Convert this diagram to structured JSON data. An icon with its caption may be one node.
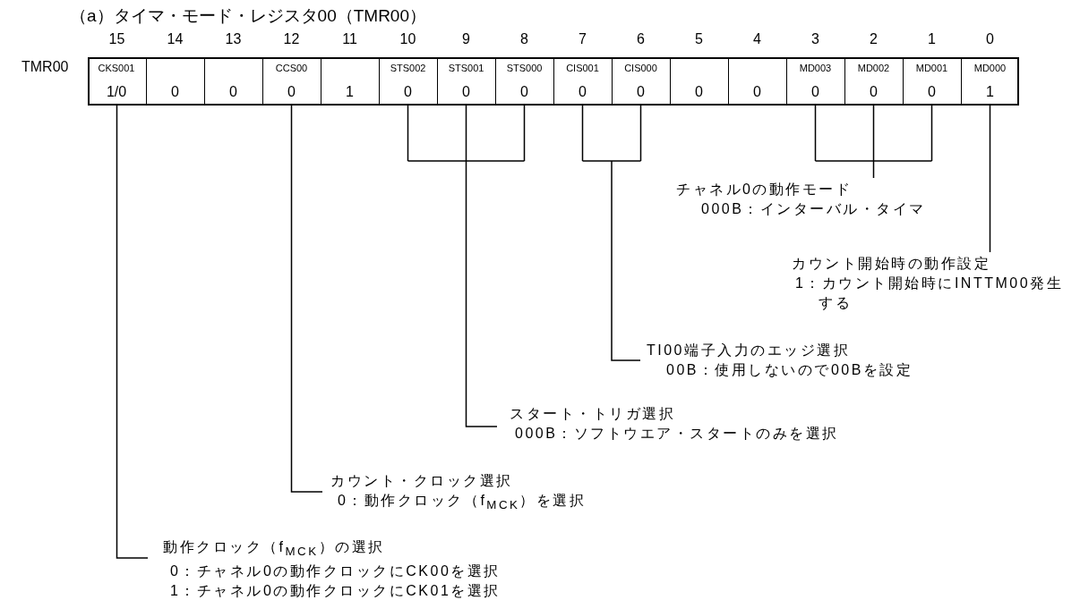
{
  "diagram": {
    "title": "（a）タイマ・モード・レジスタ00（TMR00）",
    "nodes": [
      {
        "text": [
          "CKS001",
          "1/0"
        ]
      },
      {
        "text": [
          "0"
        ]
      },
      {
        "text": [
          "0"
        ]
      },
      {
        "text": [
          "CCS00",
          "0"
        ]
      },
      {
        "text": [
          "1"
        ]
      },
      {
        "text": [
          "STS002",
          "0"
        ]
      },
      {
        "text": [
          "STS001",
          "0"
        ]
      },
      {
        "text": [
          "STS000",
          "0"
        ]
      },
      {
        "text": [
          "CIS001",
          "0"
        ]
      },
      {
        "text": [
          "CIS000",
          "0"
        ]
      },
      {
        "text": [
          "0"
        ]
      },
      {
        "text": [
          "0"
        ]
      },
      {
        "text": [
          "MD003",
          "0"
        ]
      },
      {
        "text": [
          "MD002",
          "0"
        ]
      },
      {
        "text": [
          "MD001",
          "0"
        ]
      },
      {
        "text": [
          "MD000",
          "1"
        ]
      },
      {
        "text": [
          "チャネル0の動作モード",
          "000B：インターバル・タイマ"
        ]
      },
      {
        "text": [
          "カウント開始時の動作設定",
          "1：カウント開始時にINTTM00発生する"
        ]
      },
      {
        "text": [
          "TI00端子入力のエッジ選択",
          "00B：使用しないので00Bを設定"
        ]
      },
      {
        "text": [
          "スタート・トリガ選択",
          "000B：ソフトウエア・スタートのみを選択"
        ]
      },
      {
        "text": [
          "カウント・クロック選択",
          "0：動作クロック（f$_{MCK}$）を選択"
        ]
      },
      {
        "text": [
          "動作クロック（f$_{MCK}$）の選択",
          "0：チャネル0の動作クロックにCK00を選択",
          "1：チャネル0の動作クロックにCK01を選択"
        ]
      }
    ],
    "edges": [
      {
        "from": 16,
        "to": 12,
        "arrow": "none"
      },
      {
        "from": 16,
        "to": 13,
        "arrow": "none"
      },
      {
        "from": 16,
        "to": 14,
        "arrow": "none"
      },
      {
        "from": 17,
        "to": 15,
        "arrow": "none"
      },
      {
        "from": 18,
        "to": 8,
        "arrow": "none"
      },
      {
        "from": 18,
        "to": 9,
        "arrow": "none"
      },
      {
        "from": 19,
        "to": 5,
        "arrow": "none"
      },
      {
        "from": 19,
        "to": 6,
        "arrow": "none"
      },
      {
        "from": 19,
        "to": 7,
        "arrow": "none"
      },
      {
        "from": 20,
        "to": 3,
        "arrow": "none"
      },
      {
        "from": 21,
        "to": 0,
        "arrow": "none"
      }
    ],
    "labels": [
      "15",
      "14",
      "13",
      "12",
      "11",
      "10",
      "9",
      "8",
      "7",
      "6",
      "5",
      "4",
      "3",
      "2",
      "1",
      "0",
      "TMR00"
    ]
  }
}
